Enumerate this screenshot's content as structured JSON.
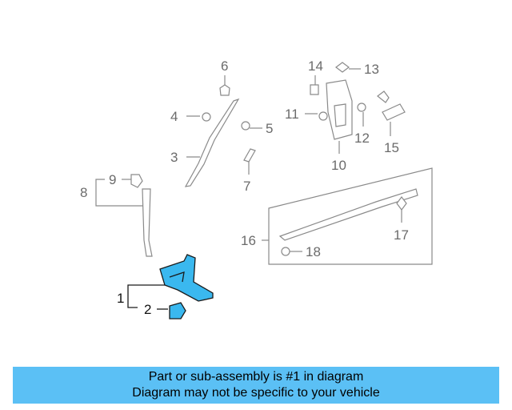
{
  "callouts": {
    "c1": "1",
    "c2": "2",
    "c3": "3",
    "c4": "4",
    "c5": "5",
    "c6": "6",
    "c7": "7",
    "c8": "8",
    "c9": "9",
    "c10": "10",
    "c11": "11",
    "c12": "12",
    "c13": "13",
    "c14": "14",
    "c15": "15",
    "c16": "16",
    "c17": "17",
    "c18": "18"
  },
  "banner": {
    "line1": "Part or sub-assembly is #1 in diagram",
    "line2": "Diagram may not be specific to your vehicle"
  },
  "colors": {
    "highlight": "#3ab8ef",
    "banner": "#5bc0f5"
  }
}
